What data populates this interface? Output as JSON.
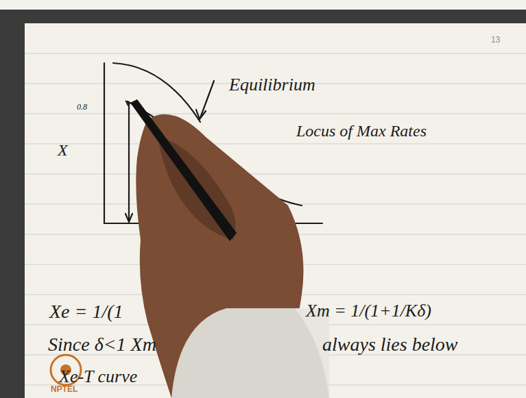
{
  "diagram": {
    "labels": [
      "13",
      "0.8",
      "X",
      "Equilibrium",
      "Locus of Max Rates",
      "Xe = 1/(1",
      "Xm = 1/(1+1/Kδ)",
      "Since δ<1  Xm",
      "always lies below",
      "Xe-T curve",
      "NPTEL"
    ]
  }
}
